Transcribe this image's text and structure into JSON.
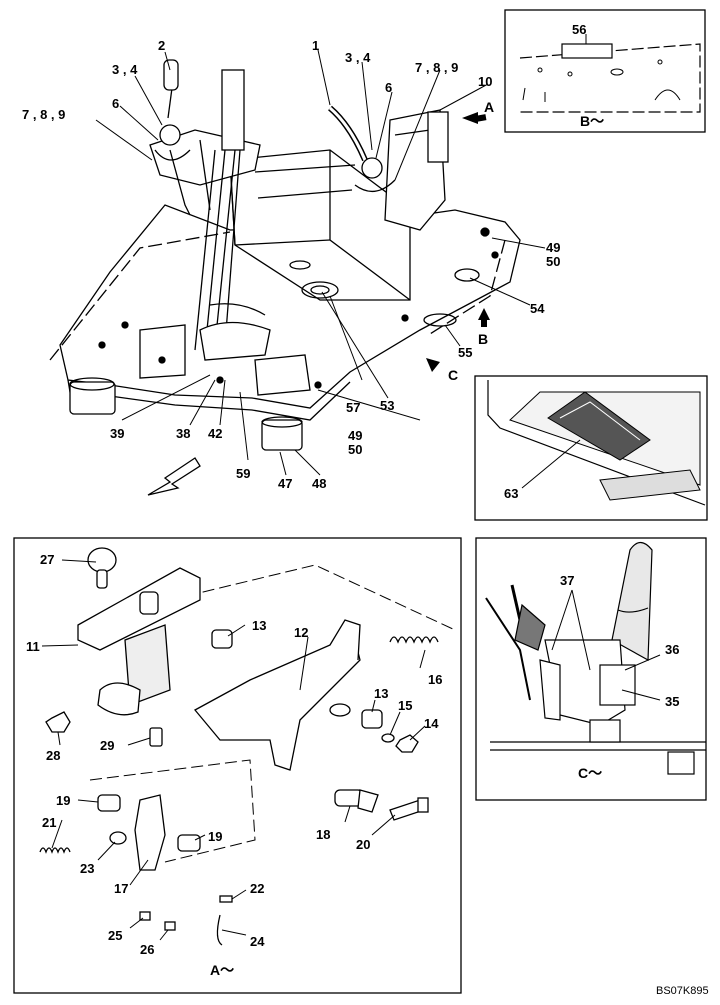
{
  "labels": {
    "l1": "1",
    "l2": "2",
    "l3_4a": "3 , 4",
    "l3_4b": "3 , 4",
    "l6a": "6",
    "l6b": "6",
    "l7_8_9a": "7 , 8 , 9",
    "l7_8_9b": "7 , 8 , 9",
    "l10": "10",
    "view_a_marker": "A",
    "view_b_marker": "B",
    "view_c_marker": "C",
    "l56": "56",
    "view_b_caption": "B～",
    "l49a": "49",
    "l50a": "50",
    "l54": "54",
    "l55": "55",
    "l53": "53",
    "l57": "57",
    "l39": "39",
    "l38": "38",
    "l42": "42",
    "l49b": "49",
    "l50b": "50",
    "l59": "59",
    "l47": "47",
    "l48": "48",
    "l63": "63",
    "l27": "27",
    "l11": "11",
    "l13a": "13",
    "l12": "12",
    "l16": "16",
    "l13b": "13",
    "l15": "15",
    "l14": "14",
    "l29": "29",
    "l28": "28",
    "l19a": "19",
    "l21": "21",
    "l19b": "19",
    "l18": "18",
    "l20": "20",
    "l23": "23",
    "l17": "17",
    "l22": "22",
    "l25": "25",
    "l26": "26",
    "l24": "24",
    "view_a_caption": "A～",
    "l37": "37",
    "l36": "36",
    "l35": "35",
    "view_c_caption": "C～",
    "drawing_code": "BS07K895"
  }
}
